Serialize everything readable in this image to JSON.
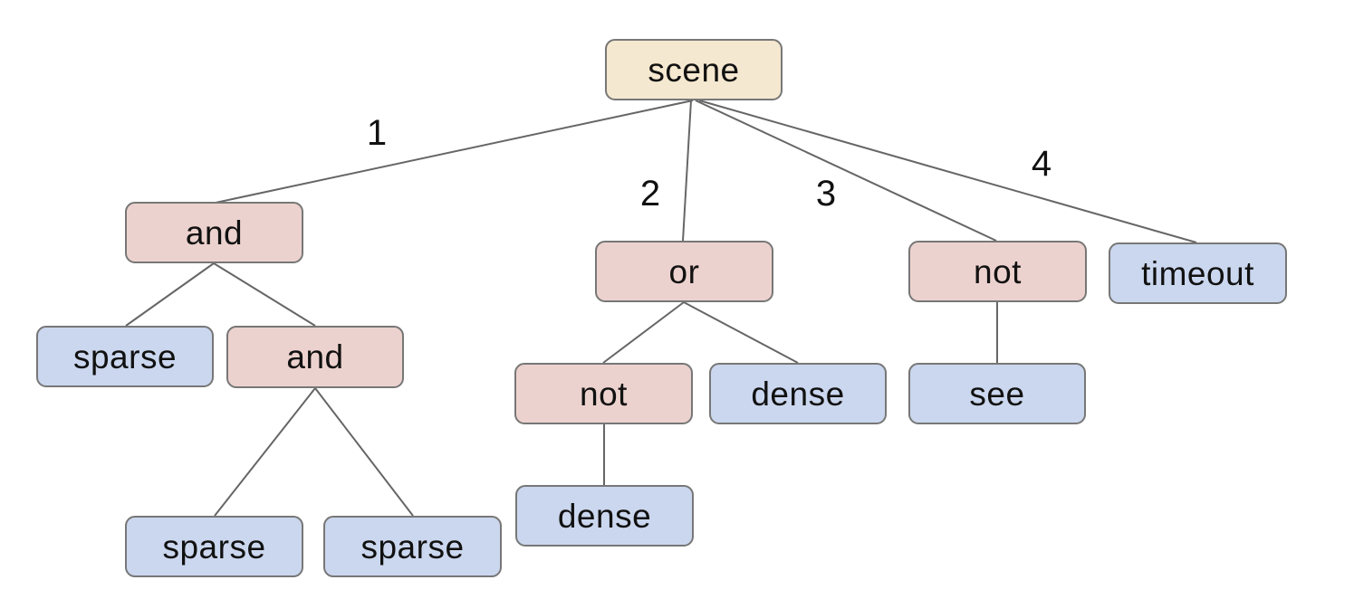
{
  "diagram": {
    "type": "tree",
    "background": "#ffffff",
    "colors": {
      "root-fill": "#f5e8d0",
      "operator-fill": "#ecd2ce",
      "leaf-fill": "#cbd7ee",
      "node-border": "#777777",
      "edge-stroke": "#666666",
      "text": "#111111"
    },
    "nodes": {
      "scene": {
        "label": "scene",
        "kind": "root"
      },
      "and1": {
        "label": "and",
        "kind": "operator"
      },
      "or1": {
        "label": "or",
        "kind": "operator"
      },
      "not2": {
        "label": "not",
        "kind": "operator"
      },
      "timeout1": {
        "label": "timeout",
        "kind": "leaf"
      },
      "sparse1": {
        "label": "sparse",
        "kind": "leaf"
      },
      "and2": {
        "label": "and",
        "kind": "operator"
      },
      "not1": {
        "label": "not",
        "kind": "operator"
      },
      "dense1": {
        "label": "dense",
        "kind": "leaf"
      },
      "see1": {
        "label": "see",
        "kind": "leaf"
      },
      "sparse2": {
        "label": "sparse",
        "kind": "leaf"
      },
      "sparse3": {
        "label": "sparse",
        "kind": "leaf"
      },
      "dense2": {
        "label": "dense",
        "kind": "leaf"
      }
    },
    "edge_labels": {
      "e1": "1",
      "e2": "2",
      "e3": "3",
      "e4": "4"
    },
    "edges": [
      {
        "from": "scene",
        "to": "and1",
        "label": "1"
      },
      {
        "from": "scene",
        "to": "or1",
        "label": "2"
      },
      {
        "from": "scene",
        "to": "not2",
        "label": "3"
      },
      {
        "from": "scene",
        "to": "timeout1",
        "label": "4"
      },
      {
        "from": "and1",
        "to": "sparse1",
        "label": ""
      },
      {
        "from": "and1",
        "to": "and2",
        "label": ""
      },
      {
        "from": "and2",
        "to": "sparse2",
        "label": ""
      },
      {
        "from": "and2",
        "to": "sparse3",
        "label": ""
      },
      {
        "from": "or1",
        "to": "not1",
        "label": ""
      },
      {
        "from": "or1",
        "to": "dense1",
        "label": ""
      },
      {
        "from": "not1",
        "to": "dense2",
        "label": ""
      },
      {
        "from": "not2",
        "to": "see1",
        "label": ""
      }
    ]
  }
}
